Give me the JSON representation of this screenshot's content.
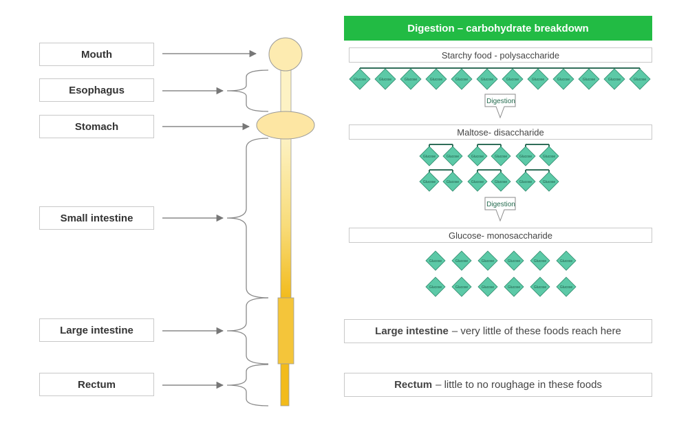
{
  "organs": [
    {
      "id": "mouth",
      "label": "Mouth"
    },
    {
      "id": "esophagus",
      "label": "Esophagus"
    },
    {
      "id": "stomach",
      "label": "Stomach"
    },
    {
      "id": "small-intestine",
      "label": "Small intestine"
    },
    {
      "id": "large-intestine",
      "label": "Large intestine"
    },
    {
      "id": "rectum",
      "label": "Rectum"
    }
  ],
  "header": {
    "title": "Digestion – carbohydrate breakdown"
  },
  "stages": {
    "polysaccharide": "Starchy food - polysaccharide",
    "disaccharide": "Maltose- disaccharide",
    "monosaccharide": "Glucose- monosaccharide"
  },
  "digestion_label": "Digestion",
  "glucose_label": "Glucose",
  "notes": {
    "large_intestine": {
      "bold": "Large intestine",
      "text": "– very little of these foods reach here"
    },
    "rectum": {
      "bold": "Rectum",
      "text": "– little to no roughage in these foods"
    }
  },
  "colors": {
    "header_green": "#22bb44",
    "glucose_fill": "#5cc9a7",
    "glucose_stroke": "#2e8a6c",
    "bond_line": "#2f6d58",
    "tract_light": "#fdf2c4",
    "tract_dark": "#f2bb1c"
  }
}
